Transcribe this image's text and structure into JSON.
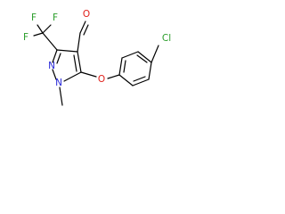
{
  "atoms": {
    "f1": "F",
    "f2": "F",
    "f3": "F",
    "aldehyde_o": "O",
    "n2": "N",
    "n1": "N",
    "ether_o": "O",
    "cl": "Cl"
  },
  "colors": {
    "bond": "#000000",
    "F": "#2a9d2a",
    "O": "#e0201b",
    "N": "#2727d8",
    "Cl": "#2a9d2a"
  }
}
